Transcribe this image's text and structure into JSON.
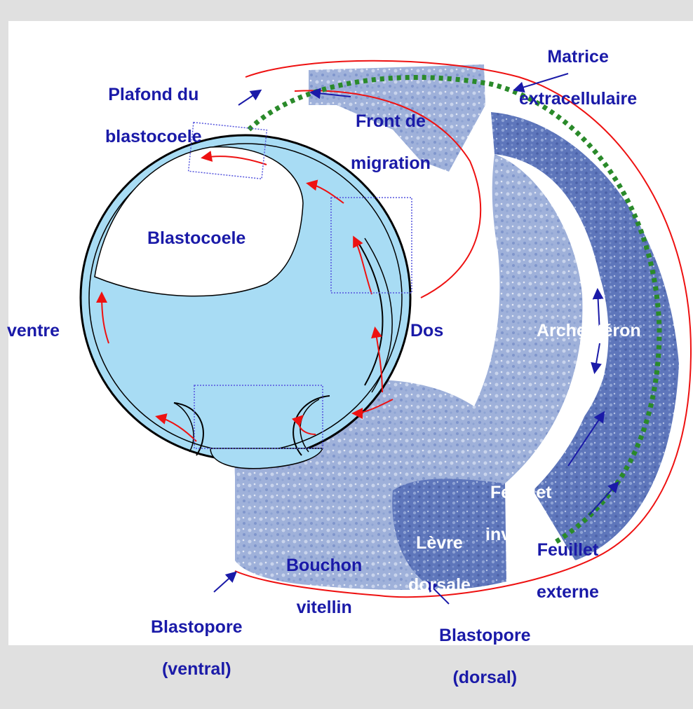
{
  "labels": {
    "plafond": [
      "Plafond du",
      "blastocoele"
    ],
    "matrice": [
      "Matrice",
      "extracellulaire"
    ],
    "front": [
      "Front de",
      "migration"
    ],
    "blastocoele": "Blastocoele",
    "ventre": "ventre",
    "dos": "Dos",
    "archenteron": "Archentéron",
    "feuillet_invagine": [
      "Feuillet",
      "invaginé"
    ],
    "feuillet_externe": [
      "Feuillet",
      "externe"
    ],
    "levre_dorsale": [
      "Lèvre",
      "dorsale"
    ],
    "bouchon": [
      "Bouchon",
      "vitellin"
    ],
    "blastopore_ventral": [
      "Blastopore",
      "(ventral)"
    ],
    "blastopore_dorsal": [
      "Blastopore",
      "(dorsal)"
    ]
  },
  "colors": {
    "label_blue": "#1a1aa8",
    "label_white": "#ffffff",
    "tissue_blue": "#5b73b8",
    "tissue_light": "#a9b9dc",
    "embryo_fill": "#a8dcf4",
    "red_line": "#ee1111",
    "matrix_green": "#2a8a2a",
    "box_blue": "#5555dd",
    "background": "#e0e0e0"
  }
}
